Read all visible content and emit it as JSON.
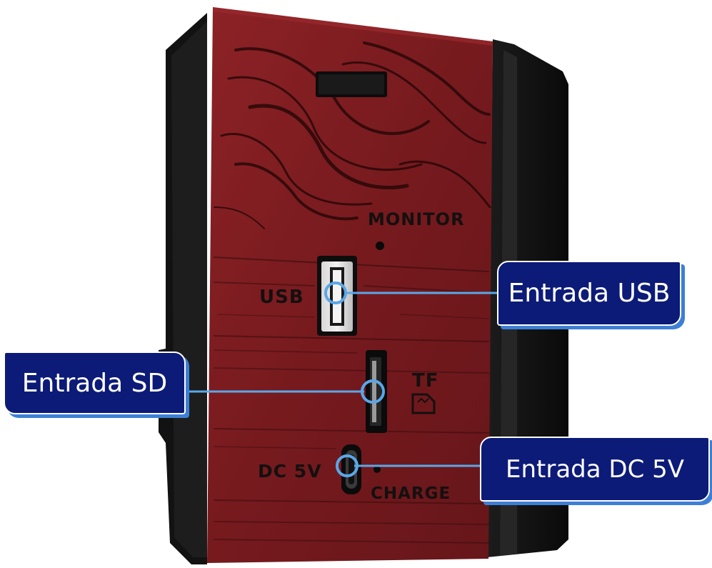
{
  "device_labels": {
    "monitor": "MONITOR",
    "usb": "USB",
    "tf": "TF",
    "dc": "DC 5V",
    "charge": "CHARGE"
  },
  "callouts": {
    "usb": "Entrada USB",
    "sd": "Entrada SD",
    "dc": "Entrada DC 5V"
  },
  "colors": {
    "callout_fill": "#0c1b78",
    "callout_shadow": "#3d7fd6",
    "leader_line": "#5aa7e8",
    "wood": "#7a1a1f",
    "cabinet": "#141414"
  }
}
